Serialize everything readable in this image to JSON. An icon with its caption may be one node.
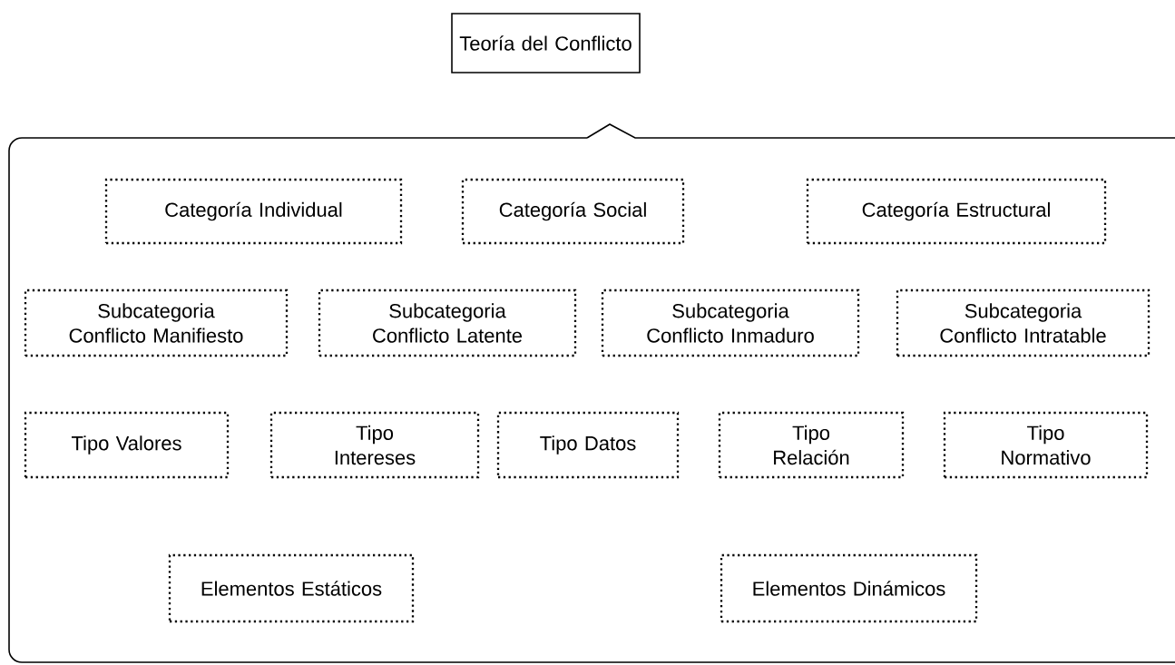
{
  "diagram": {
    "nodes": [
      {
        "text": [
          "Teoría del Conflicto"
        ]
      },
      {
        "text": [],
        "shape": "box"
      },
      {
        "text": [
          "Categoría Individual"
        ],
        "in": 1
      },
      {
        "text": [
          "Categoría Social"
        ],
        "in": 1
      },
      {
        "text": [
          "Categoría Estructural"
        ],
        "in": 1
      },
      {
        "text": [
          "Subcategoria Conflicto Manifiesto"
        ],
        "in": 1
      },
      {
        "text": [
          "Subcategoria Conflicto Latente"
        ],
        "in": 1
      },
      {
        "text": [
          "Subcategoria Conflicto Inmaduro"
        ],
        "in": 1
      },
      {
        "text": [
          "Subcategoria Conflicto Intratable"
        ],
        "in": 1
      },
      {
        "text": [
          "Tipo Valores"
        ],
        "in": 1
      },
      {
        "text": [
          "Tipo Intereses"
        ],
        "in": 1
      },
      {
        "text": [
          "Tipo Datos"
        ],
        "in": 1
      },
      {
        "text": [
          "Tipo Relación"
        ],
        "in": 1
      },
      {
        "text": [
          "Tipo Normativo"
        ],
        "in": 1
      },
      {
        "text": [
          "Elementos Estáticos"
        ],
        "in": 1
      },
      {
        "text": [
          "Elementos Dinámicos"
        ],
        "in": 1
      }
    ]
  }
}
